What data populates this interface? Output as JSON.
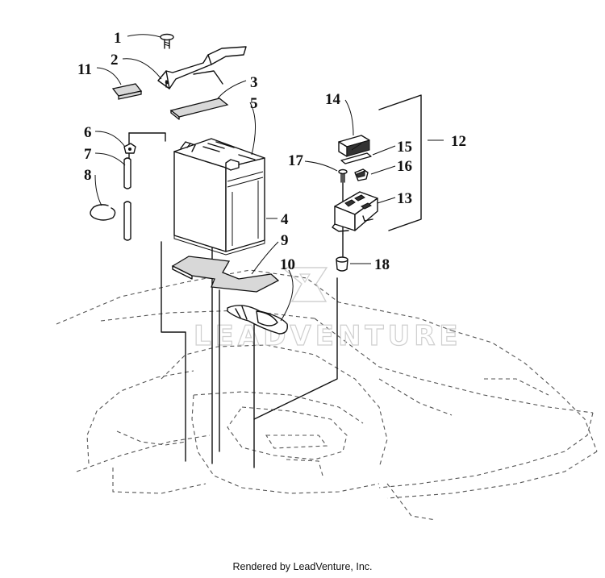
{
  "callouts": [
    "1",
    "2",
    "3",
    "4",
    "5",
    "6",
    "7",
    "8",
    "9",
    "10",
    "11",
    "12",
    "13",
    "14",
    "15",
    "16",
    "17",
    "18"
  ],
  "watermark": "LEADVENTURE",
  "footer": {
    "credit": "Rendered by LeadVenture, Inc."
  }
}
